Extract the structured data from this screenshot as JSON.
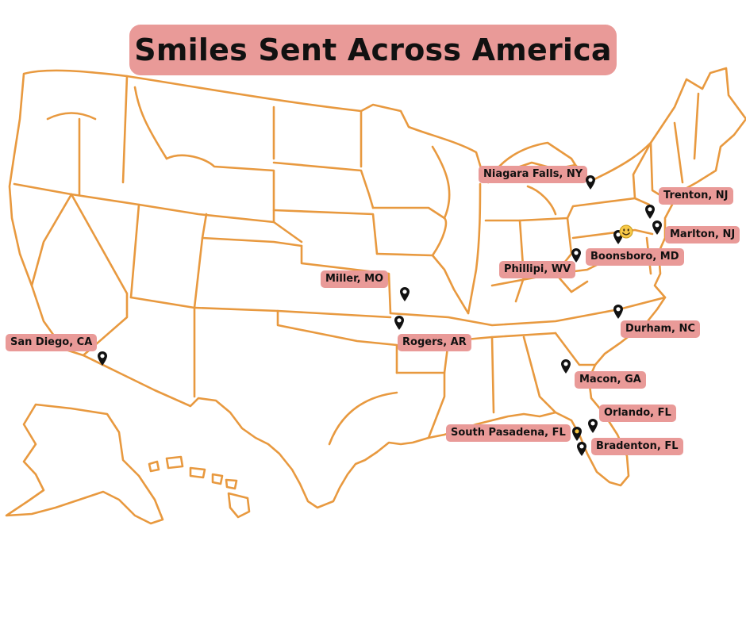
{
  "title": "Smiles Sent Across America",
  "colors": {
    "state_outline": "#e8993f",
    "label_background": "#e99a98",
    "label_text": "#111111",
    "pin_fill": "#111111",
    "smiley_fill": "#f7c948"
  },
  "icons": {
    "marker": "map-pin-icon",
    "smile": "smiley-face-icon"
  },
  "locations": [
    {
      "id": "niagara-falls-ny",
      "label": "Niagara Falls, NY"
    },
    {
      "id": "trenton-nj",
      "label": "Trenton, NJ"
    },
    {
      "id": "marlton-nj",
      "label": "Marlton, NJ"
    },
    {
      "id": "boonsboro-md",
      "label": "Boonsboro, MD"
    },
    {
      "id": "phillipi-wv",
      "label": "Phillipi, WV"
    },
    {
      "id": "miller-mo",
      "label": "Miller, MO"
    },
    {
      "id": "rogers-ar",
      "label": "Rogers, AR"
    },
    {
      "id": "durham-nc",
      "label": "Durham, NC"
    },
    {
      "id": "san-diego-ca",
      "label": "San Diego, CA"
    },
    {
      "id": "macon-ga",
      "label": "Macon, GA"
    },
    {
      "id": "orlando-fl",
      "label": "Orlando, FL"
    },
    {
      "id": "south-pasadena-fl",
      "label": "South Pasadena, FL"
    },
    {
      "id": "bradenton-fl",
      "label": "Bradenton, FL"
    }
  ]
}
